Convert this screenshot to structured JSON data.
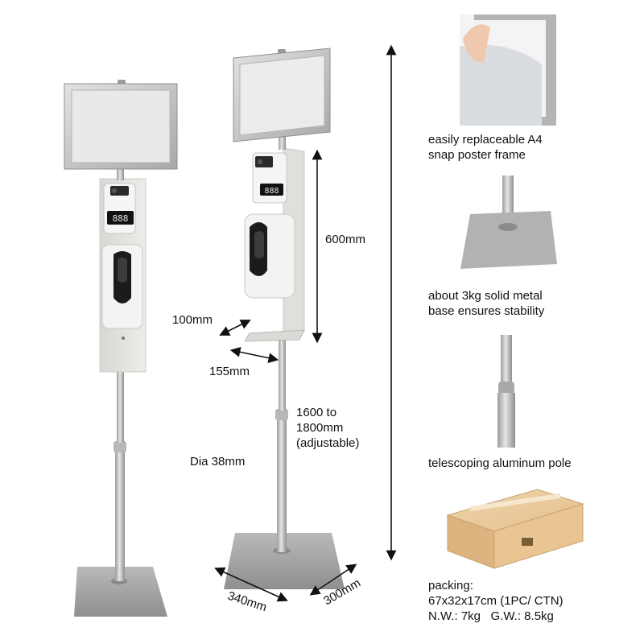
{
  "dimensions": {
    "height": "600mm",
    "depth_top": "100mm",
    "width_top": "155mm",
    "pole_length": [
      "1600 to",
      "1800mm",
      "(adjustable)"
    ],
    "pole_diameter": "Dia 38mm",
    "base_width": "340mm",
    "base_depth": "300mm"
  },
  "features": [
    {
      "lines": [
        "easily replaceable A4",
        "snap poster frame"
      ]
    },
    {
      "lines": [
        "about 3kg solid metal",
        "base ensures stability"
      ]
    },
    {
      "lines": [
        "telescoping aluminum pole"
      ]
    }
  ],
  "packing": {
    "lines": [
      "packing:",
      "67x32x17cm (1PC/ CTN)",
      "N.W.: 7kg   G.W.: 8.5kg"
    ]
  },
  "display": {
    "reading": "888"
  },
  "colors": {
    "frame": "#c9c9c9",
    "panel": "#e4e2df",
    "dispenser_dark": "#1b1b1b",
    "pole": "#c4c4c4",
    "base": "#a6a6a6",
    "box": "#e8c99e"
  }
}
